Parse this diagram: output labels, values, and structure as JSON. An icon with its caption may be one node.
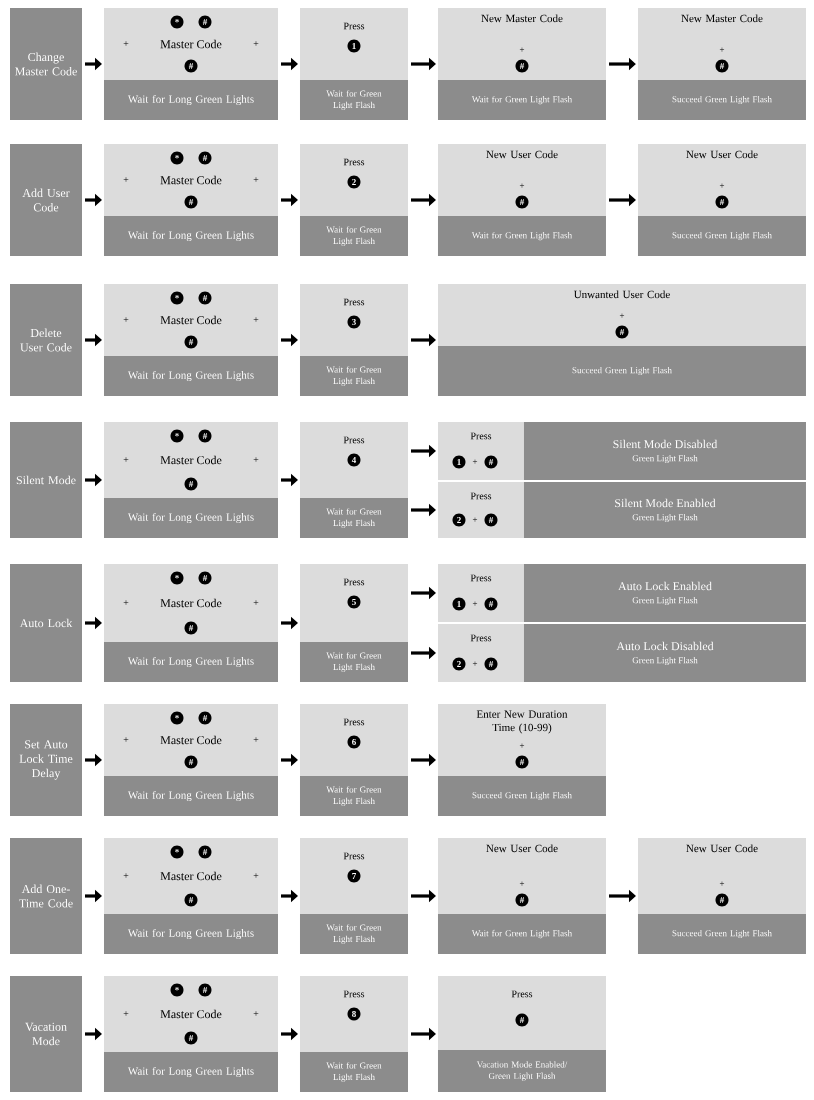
{
  "diagram": {
    "nodes": [
      {
        "text": [
          "Change Master Code"
        ]
      },
      {
        "text": [
          "*",
          "#",
          "+",
          "Master Code",
          "+",
          "#",
          "Wait for Long Green Lights"
        ]
      },
      {
        "text": [
          "Press",
          "1",
          "Wait for Green Light Flash"
        ]
      },
      {
        "text": [
          "New Master Code",
          "+",
          "#",
          "Wait for Green Light Flash"
        ]
      },
      {
        "text": [
          "New Master Code",
          "+",
          "#",
          "Succeed Green Light Flash"
        ]
      },
      {
        "text": [
          "Add User Code"
        ]
      },
      {
        "text": [
          "*",
          "#",
          "+",
          "Master Code",
          "+",
          "#",
          "Wait for Long Green Lights"
        ]
      },
      {
        "text": [
          "Press",
          "2",
          "Wait for Green Light Flash"
        ]
      },
      {
        "text": [
          "New User Code",
          "+",
          "#",
          "Wait for Green Light Flash"
        ]
      },
      {
        "text": [
          "New User Code",
          "+",
          "#",
          "Succeed Green Light Flash"
        ]
      },
      {
        "text": [
          "Delete User Code"
        ]
      },
      {
        "text": [
          "*",
          "#",
          "+",
          "Master Code",
          "+",
          "#",
          "Wait for Long Green Lights"
        ]
      },
      {
        "text": [
          "Press",
          "3",
          "Wait for Green Light Flash"
        ]
      },
      {
        "text": [
          "Unwanted User Code",
          "+",
          "#",
          "Succeed Green Light Flash"
        ]
      },
      {
        "text": [
          "Silent Mode"
        ]
      },
      {
        "text": [
          "*",
          "#",
          "+",
          "Master Code",
          "+",
          "#",
          "Wait for Long Green Lights"
        ]
      },
      {
        "text": [
          "Press",
          "4",
          "Wait for Green Light Flash"
        ]
      },
      {
        "text": [
          "Press",
          "1",
          "+",
          "#",
          "Silent Mode Disabled",
          "Green Light Flash"
        ]
      },
      {
        "text": [
          "Press",
          "2",
          "+",
          "#",
          "Silent Mode Enabled",
          "Green Light Flash"
        ]
      },
      {
        "text": [
          "Auto Lock"
        ]
      },
      {
        "text": [
          "*",
          "#",
          "+",
          "Master Code",
          "+",
          "#",
          "Wait for Long Green Lights"
        ]
      },
      {
        "text": [
          "Press",
          "5",
          "Wait for Green Light Flash"
        ]
      },
      {
        "text": [
          "Press",
          "1",
          "+",
          "#",
          "Auto Lock Enabled",
          "Green Light Flash"
        ]
      },
      {
        "text": [
          "Press",
          "2",
          "+",
          "#",
          "Auto Lock Disabled",
          "Green Light Flash"
        ]
      },
      {
        "text": [
          "Set Auto Lock Time Delay"
        ]
      },
      {
        "text": [
          "*",
          "#",
          "+",
          "Master Code",
          "+",
          "#",
          "Wait for Long Green Lights"
        ]
      },
      {
        "text": [
          "Press",
          "6",
          "Wait for Green Light Flash"
        ]
      },
      {
        "text": [
          "Enter New Duration Time (10-99)",
          "+",
          "#",
          "Succeed Green Light Flash"
        ]
      },
      {
        "text": [
          "Add One-Time Code"
        ]
      },
      {
        "text": [
          "*",
          "#",
          "+",
          "Master Code",
          "+",
          "#",
          "Wait for Long Green Lights"
        ]
      },
      {
        "text": [
          "Press",
          "7",
          "Wait for Green Light Flash"
        ]
      },
      {
        "text": [
          "New User Code",
          "+",
          "#",
          "Wait for Green Light Flash"
        ]
      },
      {
        "text": [
          "New User Code",
          "+",
          "#",
          "Succeed Green Light Flash"
        ]
      },
      {
        "text": [
          "Vacation Mode"
        ]
      },
      {
        "text": [
          "*",
          "#",
          "+",
          "Master Code",
          "+",
          "#",
          "Wait for Long Green Lights"
        ]
      },
      {
        "text": [
          "Press",
          "8",
          "Wait for Green Light Flash"
        ]
      },
      {
        "text": [
          "Press",
          "#",
          "Vacation Mode Enabled/ Green Light Flash"
        ]
      }
    ],
    "edges": [
      {
        "from": 0,
        "to": 1,
        "arrow": "to"
      },
      {
        "from": 1,
        "to": 2,
        "arrow": "to"
      },
      {
        "from": 2,
        "to": 3,
        "arrow": "to"
      },
      {
        "from": 3,
        "to": 4,
        "arrow": "to"
      },
      {
        "from": 5,
        "to": 6,
        "arrow": "to"
      },
      {
        "from": 6,
        "to": 7,
        "arrow": "to"
      },
      {
        "from": 7,
        "to": 8,
        "arrow": "to"
      },
      {
        "from": 8,
        "to": 9,
        "arrow": "to"
      },
      {
        "from": 10,
        "to": 11,
        "arrow": "to"
      },
      {
        "from": 11,
        "to": 12,
        "arrow": "to"
      },
      {
        "from": 12,
        "to": 13,
        "arrow": "to"
      },
      {
        "from": 14,
        "to": 15,
        "arrow": "to"
      },
      {
        "from": 15,
        "to": 16,
        "arrow": "to"
      },
      {
        "from": 16,
        "to": 17,
        "arrow": "to"
      },
      {
        "from": 16,
        "to": 18,
        "arrow": "to"
      },
      {
        "from": 19,
        "to": 20,
        "arrow": "to"
      },
      {
        "from": 20,
        "to": 21,
        "arrow": "to"
      },
      {
        "from": 21,
        "to": 22,
        "arrow": "to"
      },
      {
        "from": 21,
        "to": 23,
        "arrow": "to"
      },
      {
        "from": 24,
        "to": 25,
        "arrow": "to"
      },
      {
        "from": 25,
        "to": 26,
        "arrow": "to"
      },
      {
        "from": 26,
        "to": 27,
        "arrow": "to"
      },
      {
        "from": 28,
        "to": 29,
        "arrow": "to"
      },
      {
        "from": 29,
        "to": 30,
        "arrow": "to"
      },
      {
        "from": 30,
        "to": 31,
        "arrow": "to"
      },
      {
        "from": 31,
        "to": 32,
        "arrow": "to"
      },
      {
        "from": 33,
        "to": 34,
        "arrow": "to"
      },
      {
        "from": 34,
        "to": 35,
        "arrow": "to"
      },
      {
        "from": 35,
        "to": 36,
        "arrow": "to"
      }
    ]
  }
}
